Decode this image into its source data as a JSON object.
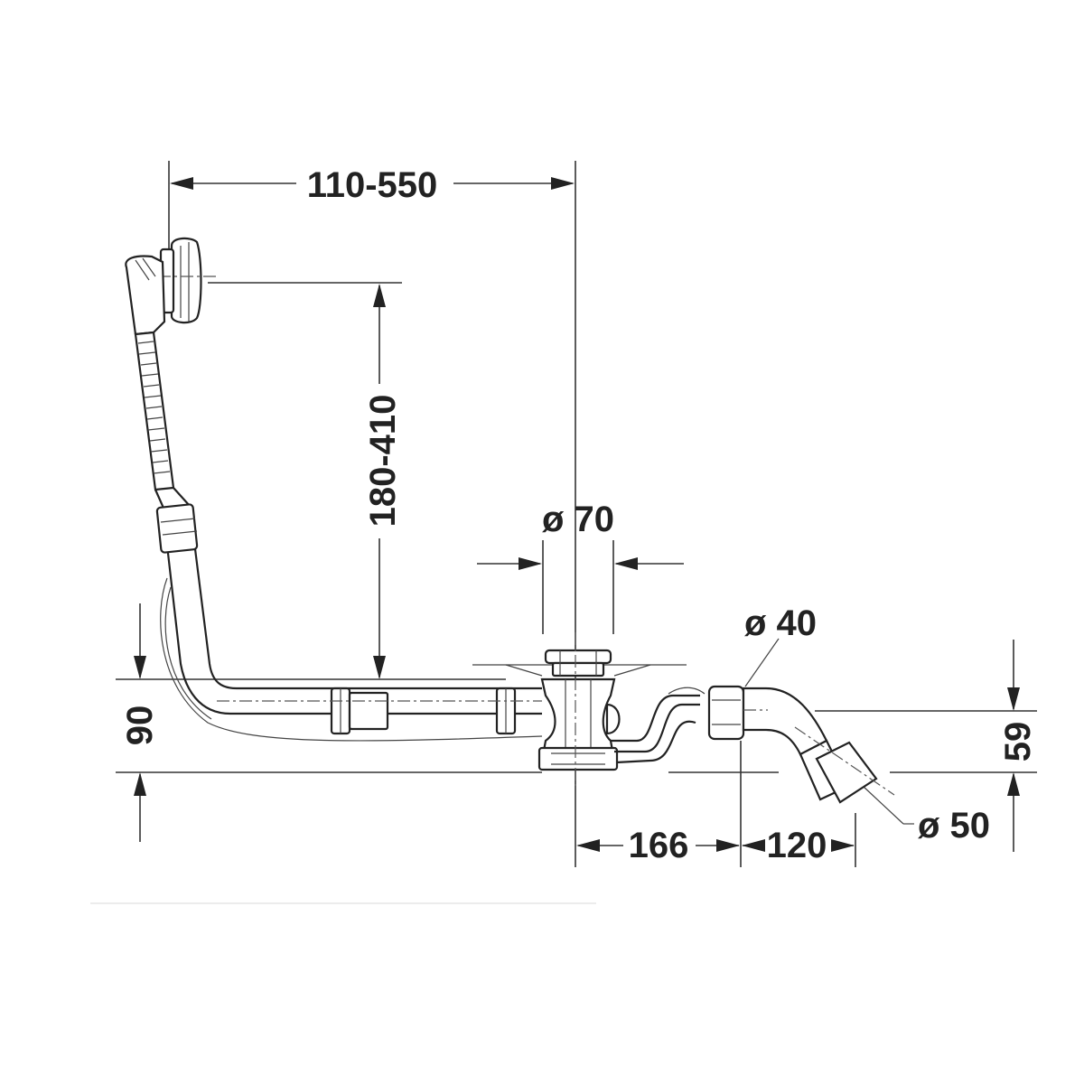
{
  "dimensions": {
    "overflow_reach": "110-550",
    "overflow_height": "180-410",
    "drain_diameter": "ø 70",
    "outlet_diameter_40": "ø 40",
    "outlet_diameter_50": "ø 50",
    "drain_height": "90",
    "outlet_height": "59",
    "outlet_offset_1": "166",
    "outlet_offset_2": "120"
  }
}
